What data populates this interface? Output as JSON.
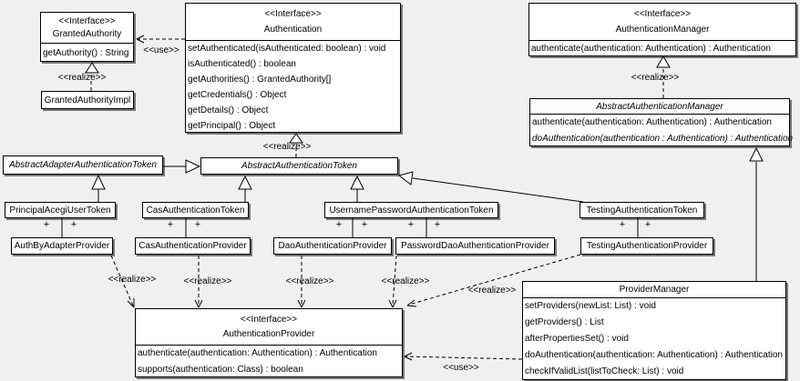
{
  "diagram": {
    "bg_color": "#f0f0f0",
    "box_fill": "#ffffff",
    "line_color": "#000000",
    "labels": {
      "realize": "<<realize>>",
      "use": "<<use>>",
      "plus": "+"
    }
  },
  "classes": {
    "granted_authority": {
      "stereotype": "<<Interface>>",
      "name": "GrantedAuthority",
      "methods": [
        "getAuthority() : String"
      ]
    },
    "granted_authority_impl": {
      "name": "GrantedAuthorityImpl"
    },
    "authentication": {
      "stereotype": "<<Interface>>",
      "name": "Authentication",
      "methods": [
        "setAuthenticated(isAuthenticated: boolean) : void",
        "isAuthenticated() : boolean",
        "getAuthorities() : GrantedAuthority[]",
        "getCredentials() : Object",
        "getDetails() : Object",
        "getPrincipal() : Object"
      ]
    },
    "authentication_manager": {
      "stereotype": "<<Interface>>",
      "name": "AuthenticationManager",
      "methods": [
        "authenticate(authentication: Authentication) : Authentication"
      ]
    },
    "abstract_authentication_manager": {
      "name": "AbstractAuthenticationManager",
      "methods": [
        "authenticate(authentication: Authentication) : Authentication",
        "doAuthentication(authentication : Authentication) : Authentication"
      ]
    },
    "abstract_adapter_authentication_token": {
      "name": "AbstractAdapterAuthenticationToken"
    },
    "abstract_authentication_token": {
      "name": "AbstractAuthenticationToken"
    },
    "principal_acegi_user_token": {
      "name": "PrincipalAcegiUserToken"
    },
    "cas_authentication_token": {
      "name": "CasAuthenticationToken"
    },
    "username_password_authentication_token": {
      "name": "UsernamePasswordAuthenticationToken"
    },
    "testing_authentication_token": {
      "name": "TestingAuthenticationToken"
    },
    "auth_by_adapter_provider": {
      "name": "AuthByAdapterProvider"
    },
    "cas_authentication_provider": {
      "name": "CasAuthenticationProvider"
    },
    "dao_authentication_provider": {
      "name": "DaoAuthenticationProvider"
    },
    "password_dao_authentication_provider": {
      "name": "PasswordDaoAuthenticationProvider"
    },
    "testing_authentication_provider": {
      "name": "TestingAuthenticationProvider"
    },
    "authentication_provider": {
      "stereotype": "<<Interface>>",
      "name": "AuthenticationProvider",
      "methods": [
        "authenticate(authentication: Authentication) : Authentication",
        "supports(authentication: Class) : boolean"
      ]
    },
    "provider_manager": {
      "name": "ProviderManager",
      "methods": [
        "setProviders(newList: List) : void",
        "getProviders() : List",
        "afterPropertiesSet() : void",
        "doAuthentication(authentication: Authentication) : Authentication",
        "checkIfValidList(listToCheck: List) : void"
      ]
    }
  }
}
